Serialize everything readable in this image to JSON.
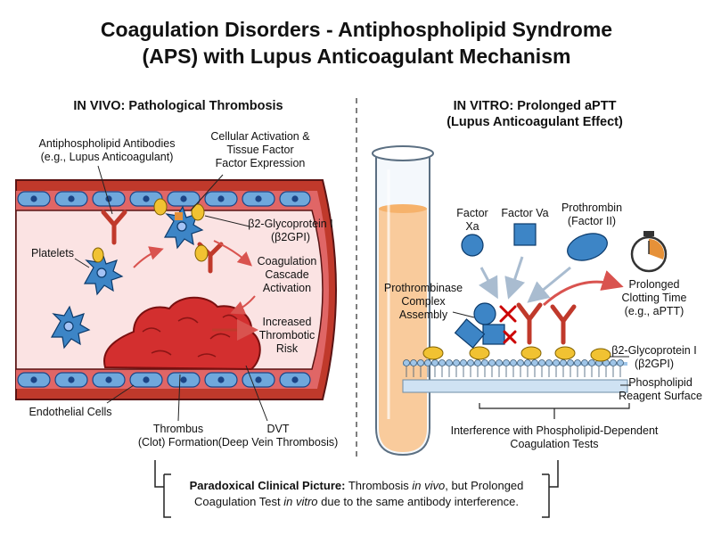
{
  "title": {
    "line1": "Coagulation Disorders - Antiphospholipid Syndrome",
    "line2": "(APS) with Lupus Anticoagulant Mechanism"
  },
  "in_vivo": {
    "heading": "IN VIVO: Pathological Thrombosis",
    "labels": {
      "antibodies": [
        "Antiphospholipid Antibodies",
        "(e.g., Lupus Anticoagulant)"
      ],
      "cellular_activation": [
        "Cellular Activation &",
        "Tissue Factor",
        "Factor Expression"
      ],
      "b2gpi": [
        "β2-Glycoprotein I",
        "(β2GPI)"
      ],
      "platelets": "Platelets",
      "cascade": [
        "Coagulation",
        "Cascade",
        "Activation"
      ],
      "risk": [
        "Increased",
        "Thrombotic",
        "Risk"
      ],
      "endothelial": "Endothelial Cells",
      "thrombus": [
        "Thrombus",
        "(Clot) Formation"
      ],
      "dvt": [
        "DVT",
        "(Deep Vein Thrombosis)"
      ]
    }
  },
  "in_vitro": {
    "heading": [
      "IN VITRO: Prolonged aPTT",
      "(Lupus Anticoagulant Effect)"
    ],
    "labels": {
      "factor_xa": [
        "Factor",
        "Xa"
      ],
      "factor_va": "Factor Va",
      "prothrombin": [
        "Prothrombin",
        "(Factor II)"
      ],
      "prothrombinase": [
        "Prothrombinase",
        "Complex",
        "Assembly"
      ],
      "clotting_time": [
        "Prolonged",
        "Clotting Time",
        "(e.g., aPTT)"
      ],
      "b2gpi": [
        "β2-Glycoprotein I",
        "(β2GPI)"
      ],
      "phospholipid": [
        "Phospholipid",
        "Reagent Surface"
      ],
      "interference": [
        "Interference with Phospholipid-Dependent",
        "Coagulation Tests"
      ]
    }
  },
  "bottom_note": {
    "bold": "Paradoxical Clinical Picture:",
    "t1": " Thrombosis ",
    "i1": "in vivo",
    "t2": ", but Prolonged",
    "t3": "Coagulation Test ",
    "i2": "in vitro",
    "t4": " due to the same antibody interference."
  },
  "colors": {
    "vessel_wall": "#c0392b",
    "vessel_lumen": "#fbe3e3",
    "endothelium": "#6fa8dc",
    "clot": "#d32f2f",
    "platelet": "#3d85c6",
    "antibody": "#c0392b",
    "b2gpi": "#f1c232",
    "tube_fluid": "#f9cb9c",
    "membrane": "#9fc5e8"
  }
}
